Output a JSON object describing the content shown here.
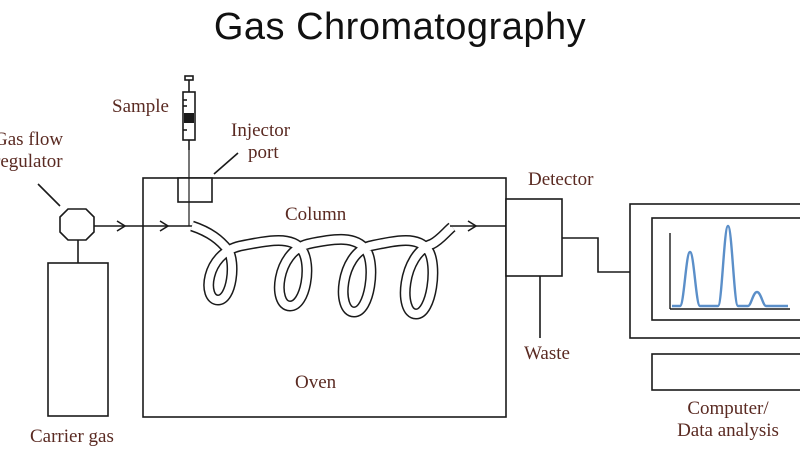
{
  "title": "Gas Chromatography",
  "labels": {
    "gas_flow_regulator": [
      "Gas flow",
      "regulator"
    ],
    "sample": "Sample",
    "injector_port": [
      "Injector",
      "port"
    ],
    "column": "Column",
    "detector": "Detector",
    "waste": "Waste",
    "oven": "Oven",
    "carrier_gas": "Carrier gas",
    "computer": [
      "Computer/",
      "Data analysis"
    ]
  },
  "colors": {
    "line": "#1a1a1a",
    "label_text": "#5a2a22",
    "chromatogram_trace": "#5b8fc9"
  }
}
